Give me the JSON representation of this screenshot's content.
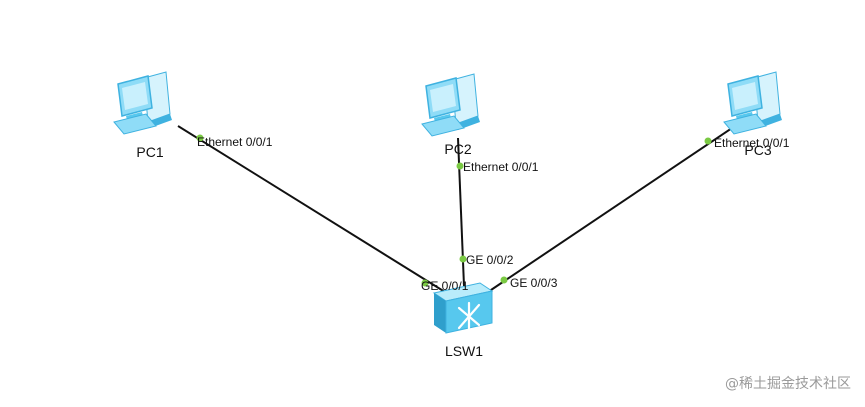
{
  "colors": {
    "link": "#111111",
    "port_dot": "#7ac943",
    "pc_body": "#8fdcf7",
    "pc_dark": "#3fb2e0",
    "switch_top": "#b9ecfb",
    "switch_front": "#57c8ee"
  },
  "devices": {
    "pc1": {
      "label": "PC1",
      "icon": "pc-icon"
    },
    "pc2": {
      "label": "PC2",
      "icon": "pc-icon"
    },
    "pc3": {
      "label": "PC3",
      "icon": "pc-icon"
    },
    "lsw1": {
      "label": "LSW1",
      "icon": "switch-icon"
    }
  },
  "links": [
    {
      "pc_port": "Ethernet 0/0/1",
      "switch_port": "GE 0/0/1"
    },
    {
      "pc_port": "Ethernet 0/0/1",
      "switch_port": "GE 0/0/2"
    },
    {
      "pc_port": "Ethernet 0/0/1",
      "switch_port": "GE 0/0/3"
    }
  ],
  "watermark": "@稀土掘金技术社区"
}
